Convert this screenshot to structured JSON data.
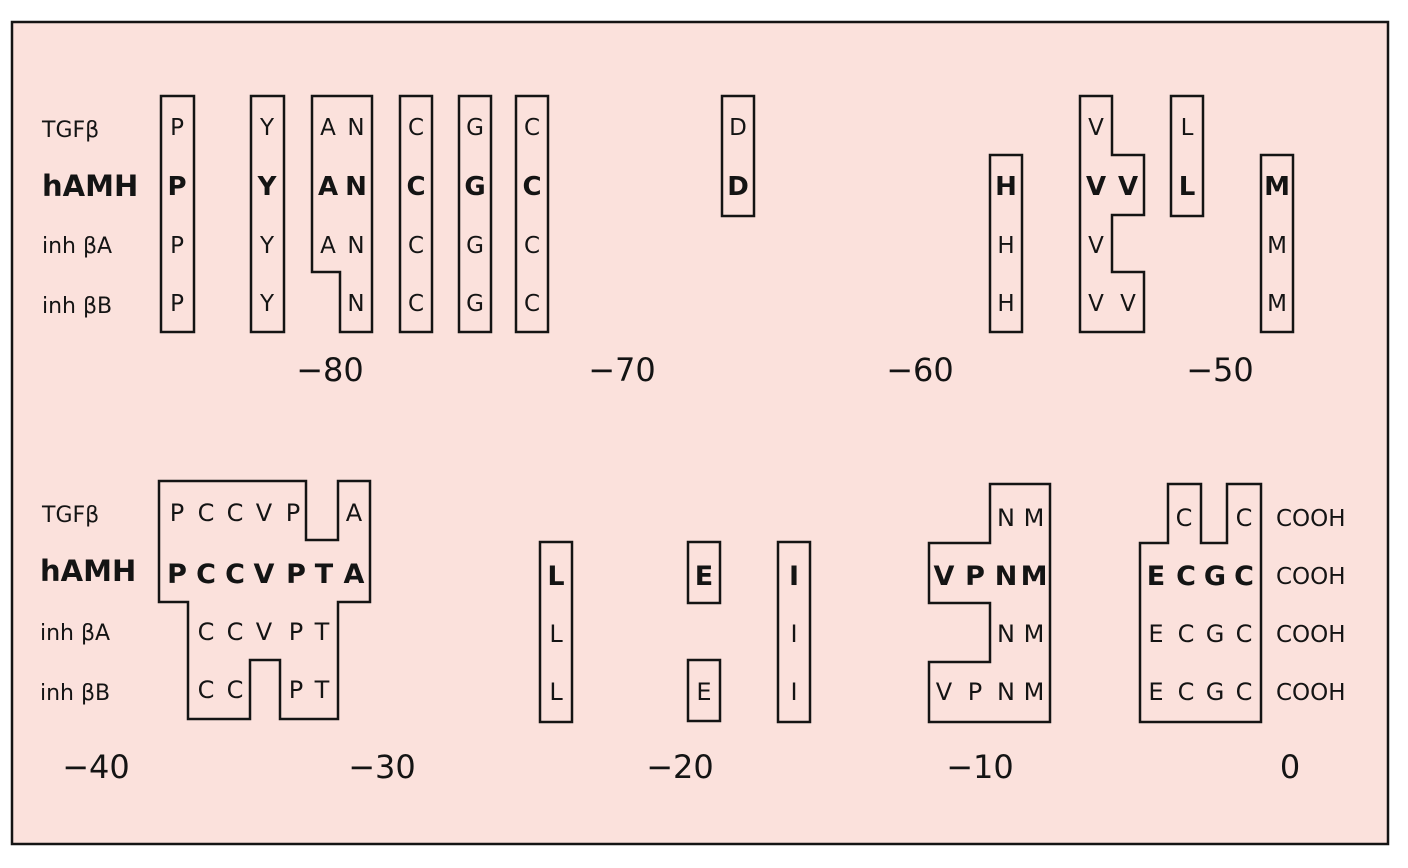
{
  "colors": {
    "panel_fill": "#fbe1dc",
    "ink": "#141414",
    "page": "#ffffff"
  },
  "sequences": [
    "TGFβ",
    "hAMH",
    "inh βA",
    "inh βB"
  ],
  "panels": [
    {
      "rows": [
        {
          "label": "TGFβ",
          "residues": [
            "P",
            "Y",
            "A",
            "N",
            "C",
            "G",
            "C",
            "D",
            "V",
            "L"
          ]
        },
        {
          "label": "hAMH",
          "residues": [
            "P",
            "Y",
            "A",
            "N",
            "C",
            "G",
            "C",
            "D",
            "H",
            "V",
            "V",
            "L",
            "M"
          ]
        },
        {
          "label": "inh βA",
          "residues": [
            "P",
            "Y",
            "A",
            "N",
            "C",
            "G",
            "C",
            "H",
            "V",
            "M"
          ]
        },
        {
          "label": "inh βB",
          "residues": [
            "P",
            "Y",
            "N",
            "C",
            "G",
            "C",
            "H",
            "V",
            "V",
            "M"
          ]
        }
      ],
      "axis": [
        "−80",
        "−70",
        "−60",
        "−50"
      ]
    },
    {
      "rows": [
        {
          "label": "TGFβ",
          "residues": [
            "P",
            "C",
            "C",
            "V",
            "P",
            "A",
            "N",
            "M",
            "C",
            "C"
          ],
          "terminus": "COOH"
        },
        {
          "label": "hAMH",
          "residues": [
            "P",
            "C",
            "C",
            "V",
            "P",
            "T",
            "A",
            "L",
            "E",
            "I",
            "V",
            "P",
            "N",
            "M",
            "E",
            "C",
            "G",
            "C"
          ],
          "terminus": "COOH"
        },
        {
          "label": "inh βA",
          "residues": [
            "C",
            "C",
            "V",
            "P",
            "T",
            "L",
            "I",
            "N",
            "M",
            "E",
            "C",
            "G",
            "C"
          ],
          "terminus": "COOH"
        },
        {
          "label": "inh βB",
          "residues": [
            "C",
            "C",
            "P",
            "T",
            "L",
            "E",
            "I",
            "V",
            "P",
            "N",
            "M",
            "E",
            "C",
            "G",
            "C"
          ],
          "terminus": "COOH"
        }
      ],
      "axis": [
        "−40",
        "−30",
        "−20",
        "−10",
        "0"
      ]
    }
  ]
}
